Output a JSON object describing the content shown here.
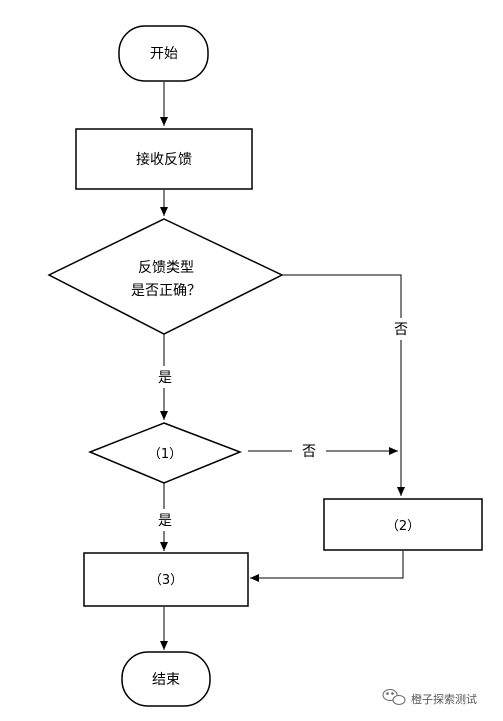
{
  "diagram": {
    "nodes": {
      "start": {
        "label": "开始",
        "shape": "terminator"
      },
      "receive": {
        "label": "接收反馈",
        "shape": "process"
      },
      "decision1": {
        "line1": "反馈类型",
        "line2": "是否正确？",
        "shape": "decision"
      },
      "decision2": {
        "label": "（1）",
        "shape": "decision"
      },
      "process2": {
        "label": "（2）",
        "shape": "process"
      },
      "process3": {
        "label": "（3）",
        "shape": "process"
      },
      "end": {
        "label": "结束",
        "shape": "terminator"
      }
    },
    "edges": {
      "d1_yes": "是",
      "d1_no": "否",
      "d2_yes": "是",
      "d2_no": "否"
    },
    "colors": {
      "stroke": "#000000",
      "fill": "#ffffff",
      "text": "#000000"
    }
  },
  "watermark": {
    "text": "橙子探索测试",
    "icon": "wechat-icon"
  }
}
